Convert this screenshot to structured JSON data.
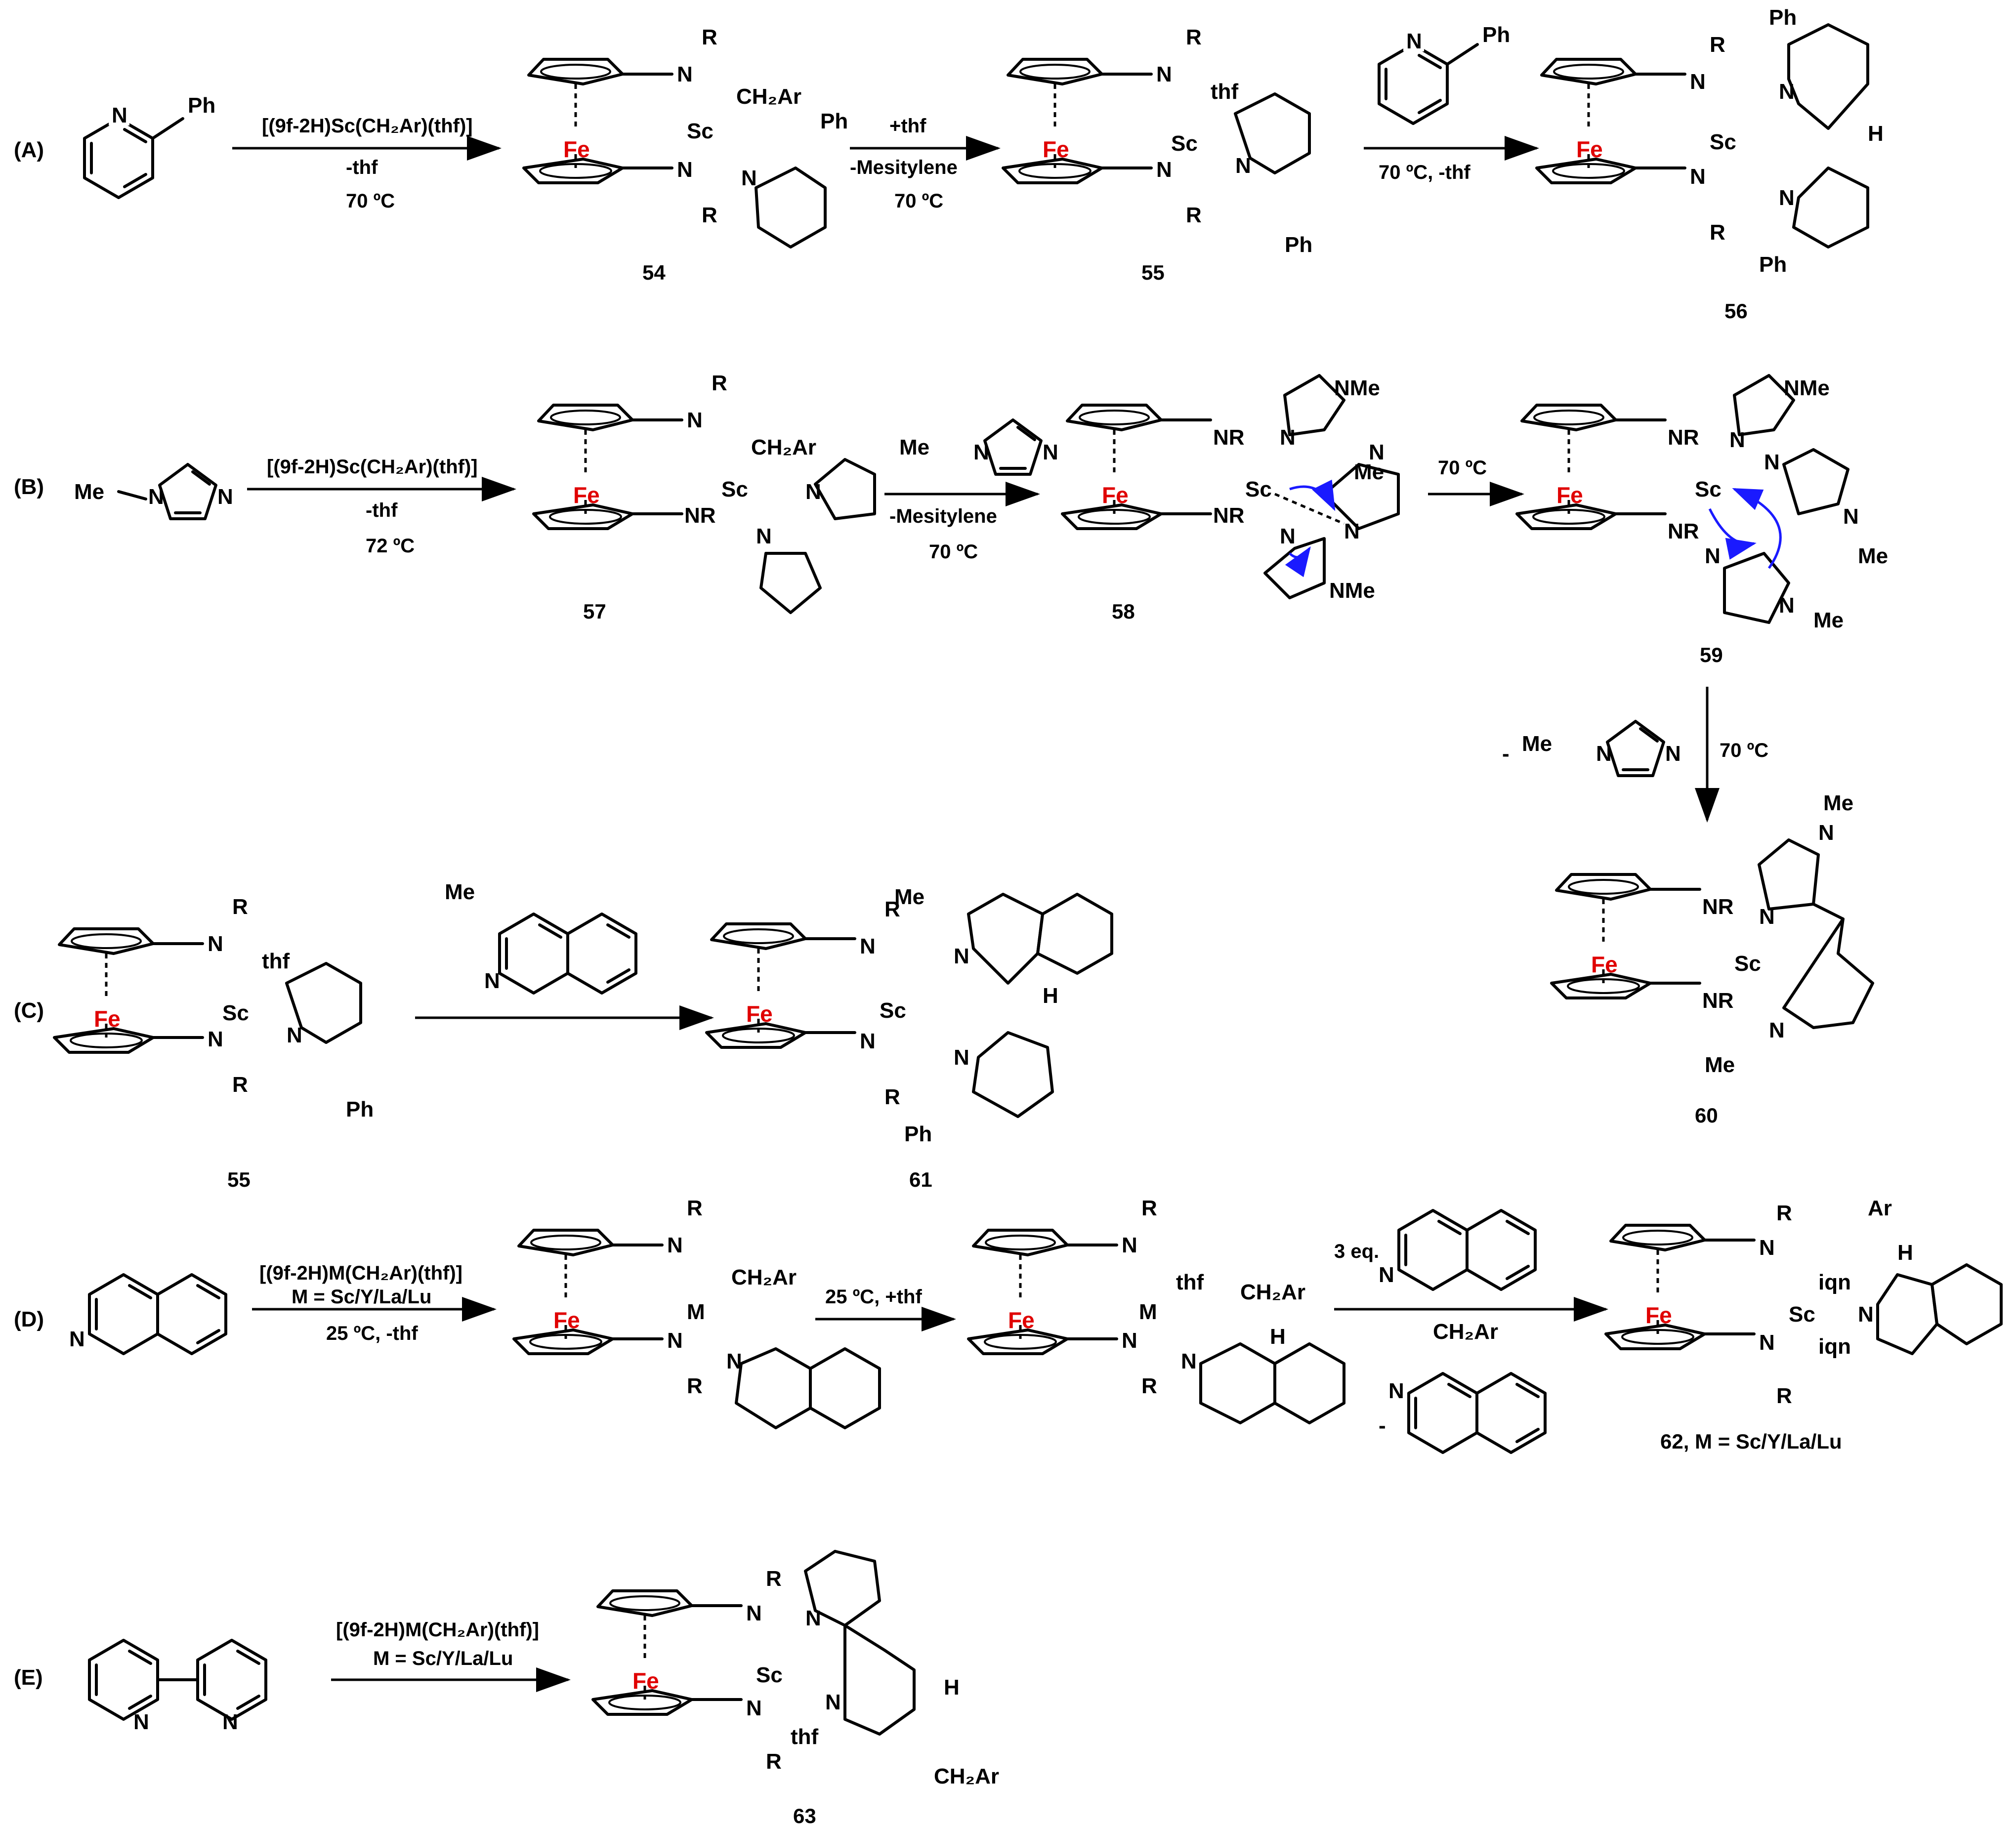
{
  "rows": {
    "A": {
      "label": "(A)",
      "reagent1": "[(9f-2H)Sc(CH₂Ar)(thf)]",
      "cond1a": "-thf",
      "cond1b": "70 ºC",
      "cond2a": "+thf",
      "cond2b": "-Mesitylene",
      "cond2c": "70 ºC",
      "cond3": "70 ºC, -thf",
      "compounds": [
        "54",
        "55",
        "56"
      ]
    },
    "B": {
      "label": "(B)",
      "reagent1": "[(9f-2H)Sc(CH₂Ar)(thf)]",
      "cond1a": "-thf",
      "cond1b": "72 ºC",
      "cond2a": "-Mesitylene",
      "cond2b": "70 ºC",
      "cond3": "70 ºC",
      "cond4": "70 ºC",
      "minus": "-",
      "compounds": [
        "57",
        "58",
        "59",
        "60"
      ]
    },
    "C": {
      "label": "(C)",
      "compounds": [
        "55",
        "61"
      ]
    },
    "D": {
      "label": "(D)",
      "reagent1": "[(9f-2H)M(CH₂Ar)(thf)]",
      "reagent1b": "M = Sc/Y/La/Lu",
      "cond1": "25 ºC, -thf",
      "cond2": "25 ºC, +thf",
      "cond3": "3 eq.",
      "minus": "-",
      "compound62": "62, M = Sc/Y/La/Lu"
    },
    "E": {
      "label": "(E)",
      "reagent1": "[(9f-2H)M(CH₂Ar)(thf)]",
      "reagent1b": "M = Sc/Y/La/Lu",
      "compound": "63"
    }
  },
  "atoms": {
    "fe": "Fe",
    "sc": "Sc",
    "m": "M",
    "n": "N",
    "r": "R",
    "nr": "NR",
    "ph": "Ph",
    "me": "Me",
    "nme": "NMe",
    "thf": "thf",
    "ch2ar": "CH₂Ar",
    "ar": "Ar",
    "h": "H",
    "iqn": "iqn"
  }
}
